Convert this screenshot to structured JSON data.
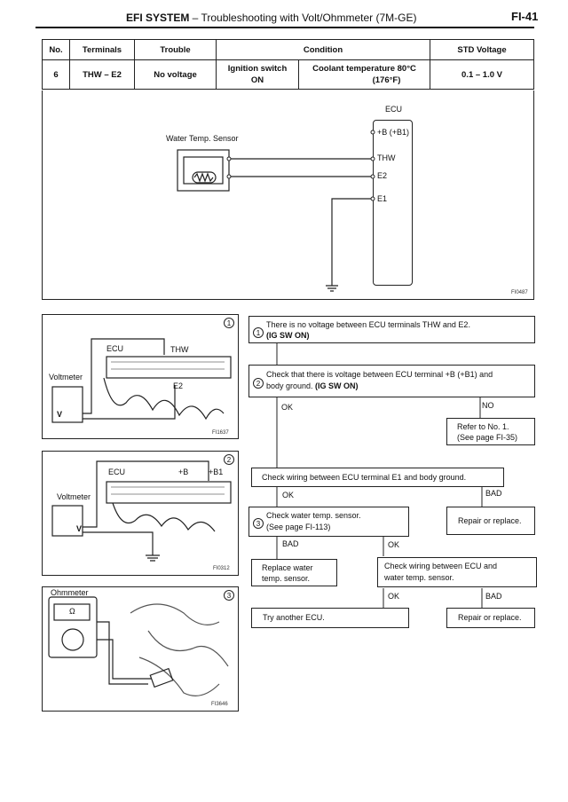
{
  "header": {
    "title": "EFI SYSTEM",
    "subtitle": " – Troubleshooting with Volt/Ohmmeter (7M-GE)",
    "page": "FI-41"
  },
  "table": {
    "headers": [
      "No.",
      "Terminals",
      "Trouble",
      "Condition",
      "STD Voltage"
    ],
    "row": {
      "no": "6",
      "terminals": "THW – E2",
      "trouble": "No voltage",
      "cond1_line1": "Ignition switch",
      "cond1_line2": "ON",
      "cond2_line1": "Coolant temperature 80°C",
      "cond2_line2": "(176°F)",
      "std": "0.1 – 1.0 V"
    }
  },
  "wiring": {
    "ecu": "ECU",
    "sensor": "Water Temp. Sensor",
    "pins": [
      "+B (+B1)",
      "THW",
      "E2",
      "E1"
    ],
    "fig": "FI0487"
  },
  "figures": {
    "fig1": {
      "num": "1",
      "ecu": "ECU",
      "thw": "THW",
      "e2": "E2",
      "meter": "Voltmeter",
      "v": "V",
      "code": "FI1637"
    },
    "fig2": {
      "num": "2",
      "ecu": "ECU",
      "b": "+B",
      "b1": "+B1",
      "meter": "Voltmeter",
      "v": "V",
      "code": "FI0312"
    },
    "fig3": {
      "num": "3",
      "meter": "Ohmmeter",
      "omega": "Ω",
      "code": "FI3646"
    }
  },
  "flow": {
    "s1_num": "1",
    "s1_line1": "There is no voltage between ECU terminals THW and E2.",
    "s1_line2": "(IG SW ON)",
    "s2_num": "2",
    "s2_line1": "Check that there is voltage between ECU terminal +B (+B1) and",
    "s2_line2_a": "body ground. ",
    "s2_line2_b": "(IG SW ON)",
    "ok1": "OK",
    "no1": "NO",
    "refer_line1": "Refer to No. 1.",
    "refer_line2": "(See page FI-35)",
    "check_e1": "Check wiring between ECU terminal E1 and body ground.",
    "ok2": "OK",
    "bad2": "BAD",
    "s3_num": "3",
    "s3_line1": "Check water temp. sensor.",
    "s3_line2": "(See page FI-113)",
    "repair1": "Repair or replace.",
    "bad3": "BAD",
    "ok3": "OK",
    "replace_line1": "Replace water",
    "replace_line2": "temp. sensor.",
    "check_ecu_line1": "Check wiring between ECU and",
    "check_ecu_line2": "water temp. sensor.",
    "ok4": "OK",
    "bad4": "BAD",
    "try_ecu": "Try another ECU.",
    "repair2": "Repair or replace."
  }
}
